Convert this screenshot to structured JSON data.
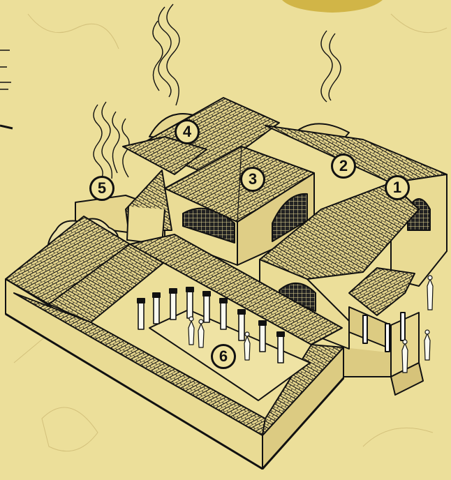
{
  "illustration": {
    "subject": "roman-bath-house-cutaway",
    "colors": {
      "background": "#ecdf9a",
      "ink": "#111111",
      "badge_fill": "#efe29e",
      "medallion": "#d1b547"
    },
    "labels": [
      "1",
      "2",
      "3",
      "4",
      "5",
      "6"
    ]
  }
}
